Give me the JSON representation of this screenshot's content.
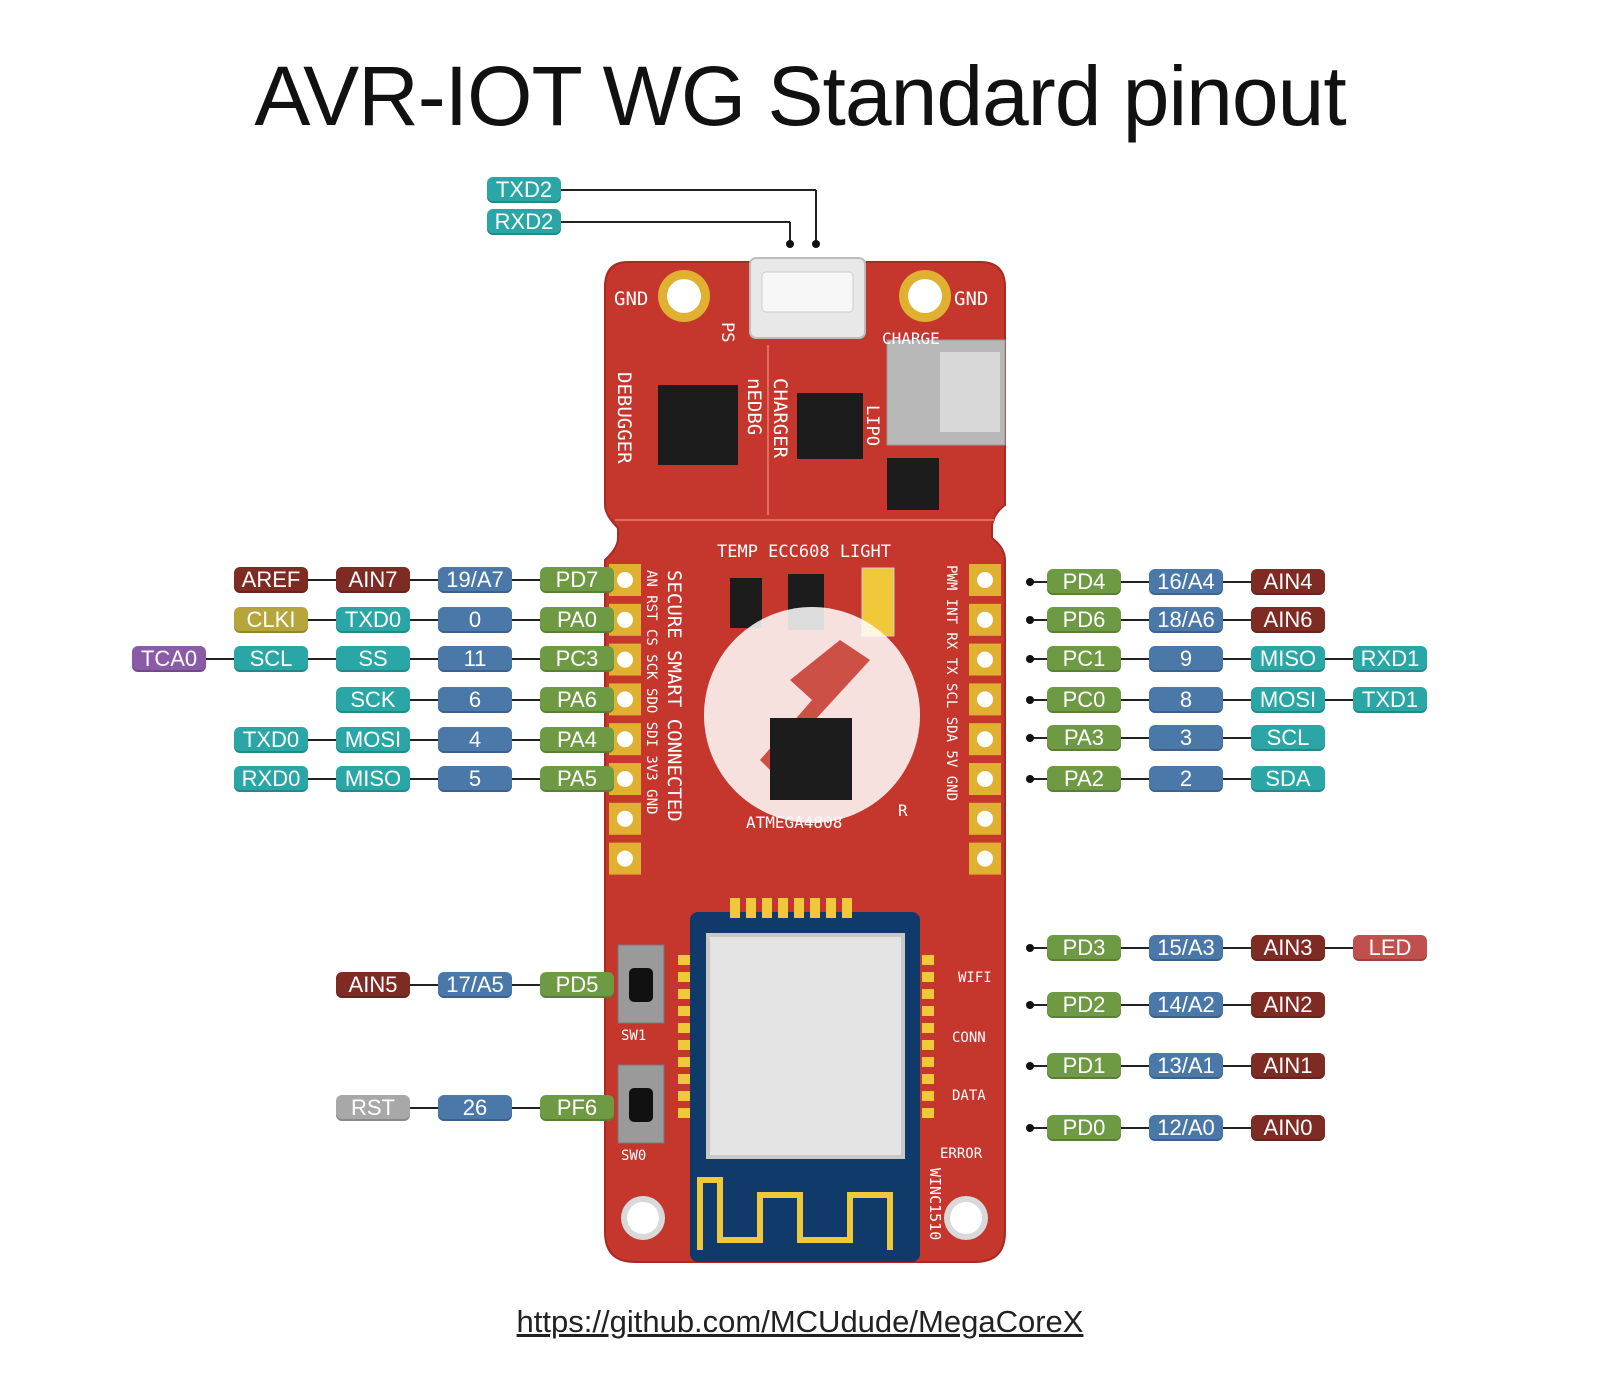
{
  "title": "AVR-IOT WG Standard pinout",
  "footer_url": "https://github.com/MCUdude/MegaCoreX",
  "colors": {
    "port": "#6f9a44",
    "digital": "#4a78a8",
    "analog": "#7e2b24",
    "serial": "#2aa6a6",
    "clock": "#b5a53a",
    "timer": "#8a5ba7",
    "reset": "#a8a8a8",
    "led": "#c0504d",
    "board": "#c5362d"
  },
  "usb_tags": [
    {
      "label": "TXD2",
      "color": "serial"
    },
    {
      "label": "RXD2",
      "color": "serial"
    }
  ],
  "left_rows": [
    [
      {
        "label": "AREF",
        "color": "analog"
      },
      {
        "label": "AIN7",
        "color": "analog"
      },
      {
        "label": "19/A7",
        "color": "digital"
      },
      {
        "label": "PD7",
        "color": "port"
      }
    ],
    [
      {
        "label": "CLKI",
        "color": "clock"
      },
      {
        "label": "TXD0",
        "color": "serial"
      },
      {
        "label": "0",
        "color": "digital"
      },
      {
        "label": "PA0",
        "color": "port"
      }
    ],
    [
      {
        "label": "TCA0",
        "color": "timer"
      },
      {
        "label": "SCL",
        "color": "serial"
      },
      {
        "label": "SS",
        "color": "serial"
      },
      {
        "label": "11",
        "color": "digital"
      },
      {
        "label": "PC3",
        "color": "port"
      }
    ],
    [
      {
        "label": "SCK",
        "color": "serial"
      },
      {
        "label": "6",
        "color": "digital"
      },
      {
        "label": "PA6",
        "color": "port"
      }
    ],
    [
      {
        "label": "TXD0",
        "color": "serial"
      },
      {
        "label": "MOSI",
        "color": "serial"
      },
      {
        "label": "4",
        "color": "digital"
      },
      {
        "label": "PA4",
        "color": "port"
      }
    ],
    [
      {
        "label": "RXD0",
        "color": "serial"
      },
      {
        "label": "MISO",
        "color": "serial"
      },
      {
        "label": "5",
        "color": "digital"
      },
      {
        "label": "PA5",
        "color": "port"
      }
    ],
    [
      {
        "label": "AIN5",
        "color": "analog"
      },
      {
        "label": "17/A5",
        "color": "digital"
      },
      {
        "label": "PD5",
        "color": "port"
      }
    ],
    [
      {
        "label": "RST",
        "color": "reset"
      },
      {
        "label": "26",
        "color": "digital"
      },
      {
        "label": "PF6",
        "color": "port"
      }
    ]
  ],
  "right_rows": [
    [
      {
        "label": "PD4",
        "color": "port"
      },
      {
        "label": "16/A4",
        "color": "digital"
      },
      {
        "label": "AIN4",
        "color": "analog"
      }
    ],
    [
      {
        "label": "PD6",
        "color": "port"
      },
      {
        "label": "18/A6",
        "color": "digital"
      },
      {
        "label": "AIN6",
        "color": "analog"
      }
    ],
    [
      {
        "label": "PC1",
        "color": "port"
      },
      {
        "label": "9",
        "color": "digital"
      },
      {
        "label": "MISO",
        "color": "serial"
      },
      {
        "label": "RXD1",
        "color": "serial"
      }
    ],
    [
      {
        "label": "PC0",
        "color": "port"
      },
      {
        "label": "8",
        "color": "digital"
      },
      {
        "label": "MOSI",
        "color": "serial"
      },
      {
        "label": "TXD1",
        "color": "serial"
      }
    ],
    [
      {
        "label": "PA3",
        "color": "port"
      },
      {
        "label": "3",
        "color": "digital"
      },
      {
        "label": "SCL",
        "color": "serial"
      }
    ],
    [
      {
        "label": "PA2",
        "color": "port"
      },
      {
        "label": "2",
        "color": "digital"
      },
      {
        "label": "SDA",
        "color": "serial"
      }
    ],
    [
      {
        "label": "PD3",
        "color": "port"
      },
      {
        "label": "15/A3",
        "color": "digital"
      },
      {
        "label": "AIN3",
        "color": "analog"
      },
      {
        "label": "LED",
        "color": "led"
      }
    ],
    [
      {
        "label": "PD2",
        "color": "port"
      },
      {
        "label": "14/A2",
        "color": "digital"
      },
      {
        "label": "AIN2",
        "color": "analog"
      }
    ],
    [
      {
        "label": "PD1",
        "color": "port"
      },
      {
        "label": "13/A1",
        "color": "digital"
      },
      {
        "label": "AIN1",
        "color": "analog"
      }
    ],
    [
      {
        "label": "PD0",
        "color": "port"
      },
      {
        "label": "12/A0",
        "color": "digital"
      },
      {
        "label": "AIN0",
        "color": "analog"
      }
    ]
  ],
  "board_labels": {
    "gnd_left": "GND",
    "gnd_right": "GND",
    "ps": "PS",
    "charge": "CHARGE",
    "debugger": "DEBUGGER",
    "nedbg": "nEDBG",
    "charger": "CHARGER",
    "lipo": "LIPO",
    "sensors": "TEMP ECC608 LIGHT",
    "secure": "SECURE SMART CONNECTED",
    "left_header": "AN RST CS SCK SDO SDI 3V3 GND",
    "right_header": "PWM INT RX TX SCL SDA 5V GND",
    "mcu": "ATMEGA4808",
    "registered": "R",
    "sw1": "SW1",
    "sw0": "SW0",
    "wifi": "WIFI",
    "conn": "CONN",
    "data": "DATA",
    "error": "ERROR",
    "module": "WINC1510"
  }
}
